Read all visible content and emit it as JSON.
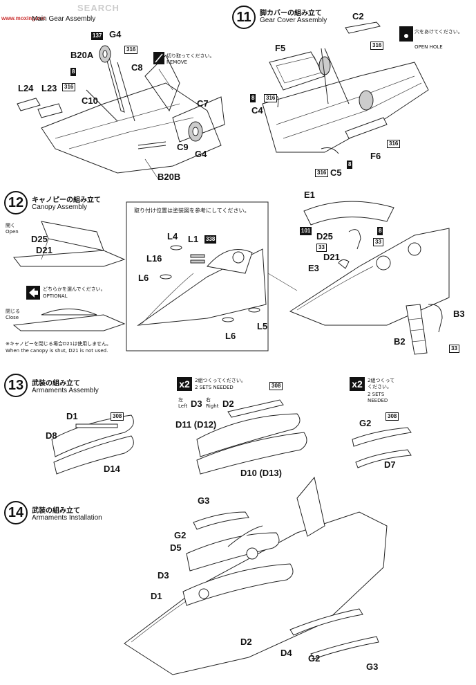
{
  "watermark": "SEARCH",
  "url": "www.moxing.net",
  "url_sub": "www.moxing.net",
  "steps": {
    "s10": {
      "jp": "",
      "en": "Main Gear Assembly"
    },
    "s11": {
      "num": "11",
      "jp": "脚カバーの組み立て",
      "en": "Gear Cover Assembly"
    },
    "s12": {
      "num": "12",
      "jp": "キャノピーの組み立て",
      "en": "Canopy Assembly"
    },
    "s13": {
      "num": "13",
      "jp": "武装の組み立て",
      "en": "Armaments Assembly"
    },
    "s14": {
      "num": "14",
      "jp": "武装の組み立て",
      "en": "Armaments Installation"
    }
  },
  "s10_labels": [
    "G4",
    "B20A",
    "C8",
    "L24",
    "L23",
    "C10",
    "C7",
    "C9",
    "G4",
    "B20B"
  ],
  "s10_codes": [
    "137",
    "316",
    "8",
    "316"
  ],
  "s10_remove": {
    "jp": "切り取ってください。",
    "en": "REMOVE"
  },
  "s11_labels": [
    "C2",
    "F5",
    "C4",
    "F6",
    "C5"
  ],
  "s11_codes": [
    "316",
    "8",
    "316",
    "316",
    "316",
    "8"
  ],
  "s11_openhole": {
    "jp": "穴をあけてください。",
    "en": "OPEN HOLE"
  },
  "s12_open": {
    "jp": "開く",
    "en": "Open"
  },
  "s12_close": {
    "jp": "閉じる",
    "en": "Close"
  },
  "s12_optional": {
    "jp": "どちらかを選んでください。",
    "en": "OPTIONAL"
  },
  "s12_note": {
    "jp": "※キャノピーを閉じる場合D21は使用しません。",
    "en": "When the canopy is shut, D21 is not used."
  },
  "s12_box_note": "取り付け位置は塗装図を参考にしてください。",
  "s12_labels": [
    "D25",
    "D21",
    "L4",
    "L1",
    "L16",
    "L6",
    "L5",
    "L6",
    "E1",
    "D25",
    "D21",
    "E3",
    "B3",
    "B2"
  ],
  "s12_codes": [
    "338",
    "101",
    "8",
    "33",
    "33",
    "33"
  ],
  "s13_labels": [
    "D1",
    "D8",
    "D14",
    "D3",
    "D2",
    "D11 (D12)",
    "D10 (D13)",
    "G2",
    "D7"
  ],
  "s13_codes": [
    "308",
    "308",
    "308"
  ],
  "s13_sets": {
    "x": "x2",
    "jp": "2組つくってください。",
    "en": "2 SETS NEEDED"
  },
  "s13_sets2": {
    "x": "x2",
    "jp": "2組つくって",
    "jp2": "ください。",
    "en": "2 SETS",
    "en2": "NEEDED"
  },
  "s13_left": {
    "jp": "左",
    "en": "Left"
  },
  "s13_right": {
    "jp": "右",
    "en": "Right"
  },
  "s14_labels": [
    "G3",
    "G2",
    "D5",
    "D3",
    "D1",
    "D2",
    "D4",
    "G2",
    "G3"
  ]
}
